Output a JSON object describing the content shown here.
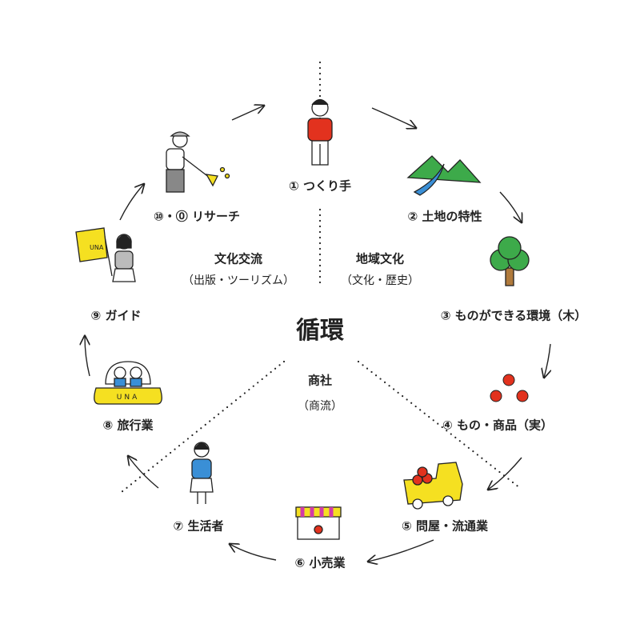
{
  "center_title": "循環",
  "nodes": [
    {
      "label": "① つくり手"
    },
    {
      "label": "② 土地の特性"
    },
    {
      "label": "③ ものができる環境（木）"
    },
    {
      "label": "④ もの・商品（実）"
    },
    {
      "label": "⑤ 問屋・流通業"
    },
    {
      "label": "⑥ 小売業"
    },
    {
      "label": "⑦ 生活者"
    },
    {
      "label": "⑧ 旅行業"
    },
    {
      "label": "⑨ ガイド"
    },
    {
      "label": "⑩・⓪ リサーチ"
    }
  ],
  "sectors": {
    "culture_exchange": {
      "title": "文化交流",
      "sub": "（出版・ツーリズム）"
    },
    "regional_culture": {
      "title": "地域文化",
      "sub": "（文化・歴史）"
    },
    "trading": {
      "title": "商社",
      "sub": "（商流）"
    }
  },
  "logo_text": "UNA",
  "colors": {
    "red": "#e2321e",
    "yellow": "#f5e021",
    "green": "#3daa4a",
    "blue": "#3a8fd6"
  }
}
